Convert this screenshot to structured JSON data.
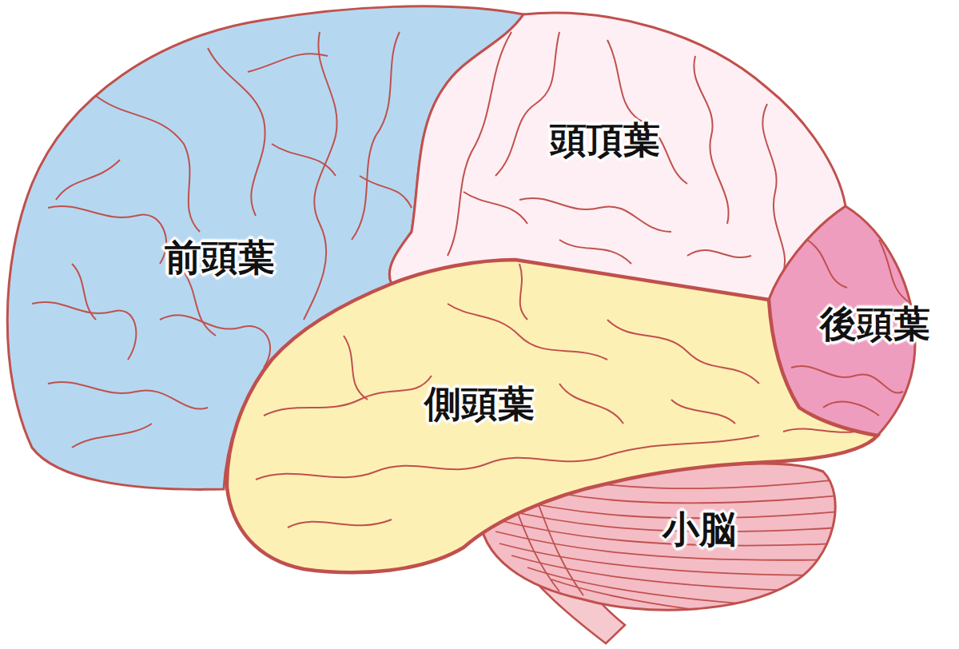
{
  "diagram": {
    "labels": [
      "頭頂葉",
      "前頭葉",
      "後頭葉",
      "側頭葉",
      "小脳"
    ]
  }
}
